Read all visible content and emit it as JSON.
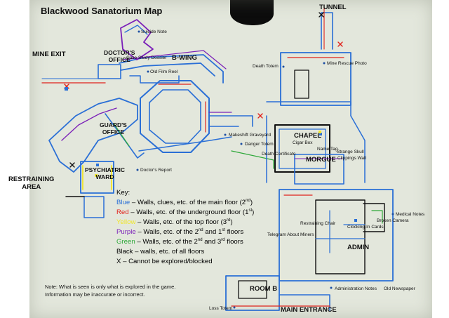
{
  "title": "Blackwood Sanatorium Map",
  "areas": {
    "tunnel": "TUNNEL",
    "mine_exit": "MINE EXIT",
    "b_wing": "B-WING",
    "doctors_office": [
      "DOCTOR'S",
      "OFFICE"
    ],
    "guards_office": [
      "GUARD'S",
      "OFFICE"
    ],
    "psychiatric_ward": [
      "PSYCHIATRIC",
      "WARD"
    ],
    "restraining_area": [
      "RESTRAINING",
      "AREA"
    ],
    "chapel": "CHAPEL",
    "morgue": "MORGUE",
    "admin": "ADMIN",
    "room_b": "ROOM B",
    "main_entrance": "MAIN ENTRANCE"
  },
  "items": {
    "suicide_note": "Suicide Note",
    "case_study_dossier": "Case Study Dossier",
    "old_film_reel": "Old Film Reel",
    "death_totem": "Death Totem",
    "mine_rescue_photo": "Mine Rescue Photo",
    "makeshift_graveyard": "Makeshift Graveyard",
    "danger_totem": "Danger Totem",
    "cigar_box": "Cigar Box",
    "death_certificate": "Death Certificate",
    "name_tag": "Name Tag",
    "strange_skull": "Strange Skull",
    "clippings_wall": "Clippings Wall",
    "doctors_report": "Doctor's Report",
    "medical_notes": "Medical Notes",
    "broken_camera": "Broken Camera",
    "restraining_chair": "Restraining Chair",
    "clocking_in_cards": "Clocking-In Cards",
    "telegram_about_miners": "Telegram About Miners",
    "administration_notes": "Administration Notes",
    "old_newspaper": "Old Newspaper",
    "loss_totem": "Loss Totem"
  },
  "key": {
    "heading": "Key:",
    "blue_word": "Blue",
    "blue_text": " – Walls, clues, etc. of the main floor (2",
    "blue_sup": "nd",
    "red_word": "Red",
    "red_text": " – Walls, etc. of the underground floor (1",
    "red_sup": "st",
    "yellow_word": "Yellow",
    "yellow_text": " – Walls, etc. of the top floor (3",
    "yellow_sup": "rd",
    "purple_word": "Purple",
    "purple_text": " – Walls, etc. of the 2",
    "purple_sup1": "nd",
    "purple_mid": " and 1",
    "purple_sup2": "st",
    "purple_end": " floors",
    "green_word": "Green",
    "green_text": " – Walls, etc. of the 2",
    "green_sup1": "nd",
    "green_mid": " and 3",
    "green_sup2": "rd",
    "green_end": " floors",
    "black_text": "Black – walls, etc. of all floors",
    "x_text": "X – Cannot be explored/blocked",
    "colors": {
      "blue": "#2a6fd6",
      "red": "#e0211b",
      "yellow": "#f0e62a",
      "purple": "#7a1fb8",
      "green": "#2ea83a",
      "black": "#111111"
    }
  },
  "note_lines": [
    "Note: What is seen is only what is explored in the game.",
    "Information may be inaccurate or incorrect."
  ]
}
